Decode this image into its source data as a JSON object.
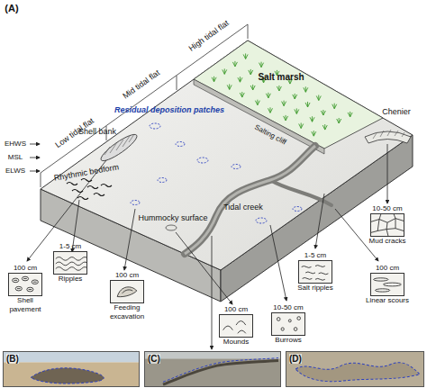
{
  "diagram": {
    "nodes": [
      {
        "text": [
          "100 cm",
          "Shell pavement"
        ]
      },
      {
        "text": [
          "1-5 cm",
          "Ripples"
        ]
      },
      {
        "text": [
          "100 cm",
          "Feeding excavation"
        ]
      },
      {
        "text": [
          "100 cm",
          "Mounds"
        ]
      },
      {
        "text": [
          "1-5 cm",
          "Salt ripples"
        ]
      },
      {
        "text": [
          "10-50 cm",
          "Mud cracks"
        ]
      },
      {
        "text": [
          "100 cm",
          "Linear scours"
        ]
      },
      {
        "text": [
          "10-50 cm",
          "Burrows"
        ]
      },
      {
        "text": [
          "(B)"
        ]
      },
      {
        "text": [
          "(C)"
        ]
      },
      {
        "text": [
          "(D)"
        ]
      }
    ],
    "labels": [
      "(A)",
      "High tidal flat",
      "Mid tidal flat",
      "Low tidal flat",
      "EHWS",
      "MSL",
      "ELWS",
      "Salt marsh",
      "Salting cliff",
      "Residual deposition patches",
      "Shell bank",
      "Rhythmic bedform",
      "Hummocky surface",
      "Tidal creek",
      "Chenier"
    ]
  }
}
